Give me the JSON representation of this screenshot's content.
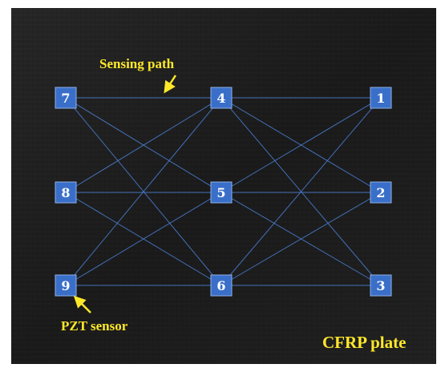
{
  "annotations": {
    "sensing_path": "Sensing path",
    "pzt_sensor": "PZT sensor",
    "plate": "CFRP plate"
  },
  "sensors": [
    {
      "id": "7",
      "label": "7"
    },
    {
      "id": "4",
      "label": "4"
    },
    {
      "id": "1",
      "label": "1"
    },
    {
      "id": "8",
      "label": "8"
    },
    {
      "id": "5",
      "label": "5"
    },
    {
      "id": "2",
      "label": "2"
    },
    {
      "id": "9",
      "label": "9"
    },
    {
      "id": "6",
      "label": "6"
    },
    {
      "id": "3",
      "label": "3"
    }
  ],
  "sensing_paths": [
    [
      "7",
      "4"
    ],
    [
      "7",
      "5"
    ],
    [
      "7",
      "6"
    ],
    [
      "8",
      "4"
    ],
    [
      "8",
      "5"
    ],
    [
      "8",
      "6"
    ],
    [
      "9",
      "4"
    ],
    [
      "9",
      "5"
    ],
    [
      "9",
      "6"
    ],
    [
      "4",
      "1"
    ],
    [
      "4",
      "2"
    ],
    [
      "4",
      "3"
    ],
    [
      "5",
      "1"
    ],
    [
      "5",
      "2"
    ],
    [
      "5",
      "3"
    ],
    [
      "6",
      "1"
    ],
    [
      "6",
      "2"
    ],
    [
      "6",
      "3"
    ]
  ],
  "colors": {
    "plate": "#1c1c1c",
    "sensor": "#3a6fc9",
    "sensor_border": "#8fb0e6",
    "path": "#4a7fd4",
    "annotation": "#ffe82a"
  }
}
